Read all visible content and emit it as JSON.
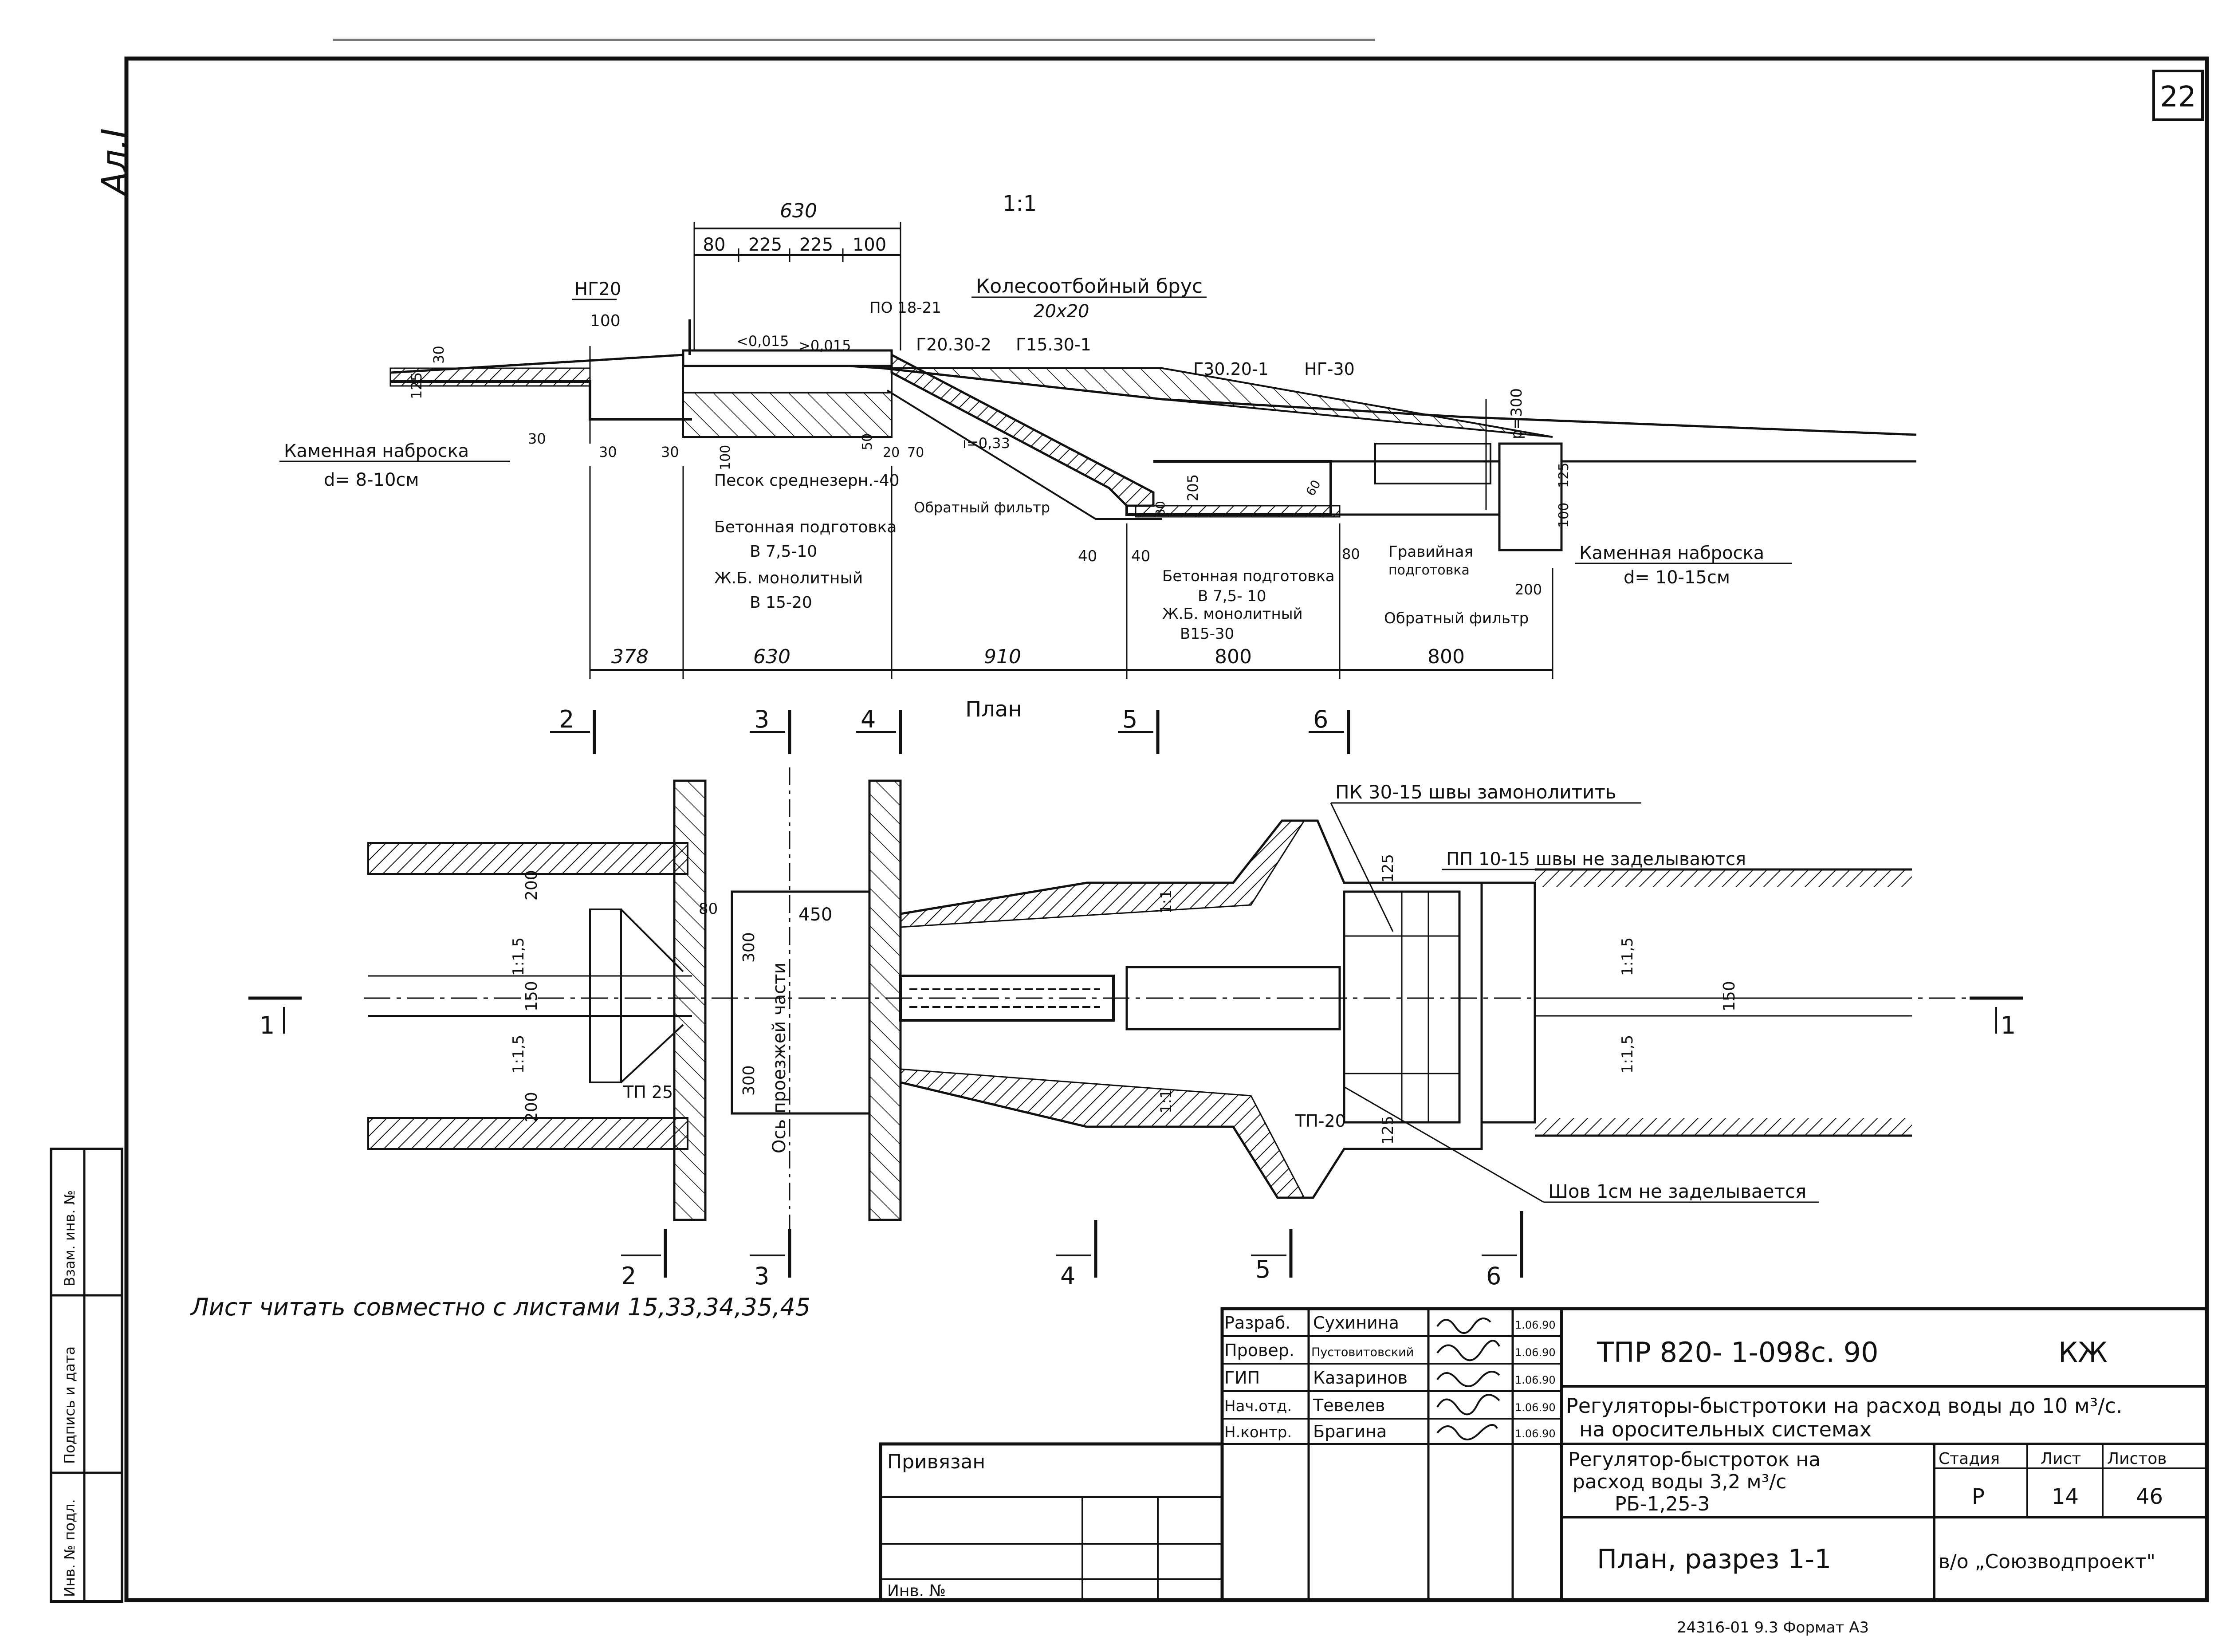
{
  "sheet": {
    "number": "22",
    "corner_mark": "Ал.I",
    "scale": "1:1",
    "note": "Лист читать совместно с листами 15,33,34,35,45"
  },
  "section": {
    "dims_top": [
      "630",
      "80",
      "225",
      "225",
      "100"
    ],
    "dims_bottom": [
      "378",
      "630",
      "910",
      "800",
      "800"
    ],
    "labels": {
      "ng20": "НГ20",
      "ng20_dim": "100",
      "kolesootboyny": "Колесоотбойный брус",
      "kolesootboyny_size": "20x20",
      "po18": "ПО 18-21",
      "g20": "Г20.30-2",
      "g15": "Г15.30-1",
      "g30": "Г30.20-1",
      "ng30": "НГ-30",
      "p300": "р=300",
      "slope1": "<0,015",
      "slope2": ">0,015",
      "slope3": "i=0,33",
      "kam_left": "Каменная наброска",
      "kam_left_d": "d= 8-10см",
      "pesok": "Песок среднезерн.-40",
      "beton1": "Бетонная подготовка",
      "beton1_b": "В 7,5-10",
      "zhb1": "Ж.Б. монолитный",
      "zhb1_b": "В 15-20",
      "obr1": "Обратный фильтр",
      "beton2": "Бетонная подготовка",
      "beton2_b": "В 7,5- 10",
      "zhb2": "Ж.Б. монолитный",
      "zhb2_b": "В15-30",
      "grav": "Гравийная",
      "grav2": "подготовка",
      "obr2": "Обратный фильтр",
      "kam_right": "Каменная наброска",
      "kam_right_d": "d= 10-15cм",
      "d30a": "30",
      "d30b": "30",
      "d30c": "30",
      "d30d": "30",
      "d125a": "125",
      "d125b": "125",
      "d100a": "100",
      "d100b": "100",
      "d50": "50",
      "d20": "20",
      "d70": "70",
      "d40a": "40",
      "d40b": "40",
      "d205": "205",
      "d80": "80",
      "d80b": "80",
      "d200": "200",
      "d60": "60"
    }
  },
  "plan": {
    "title": "План",
    "cuts": [
      "2",
      "3",
      "4",
      "5",
      "6"
    ],
    "cut_1": "1",
    "labels": {
      "pk": "ПК 30-15 швы замонолитить",
      "pp": "ПП 10-15 швы не заделываются",
      "shov": "Шов 1см не заделывается",
      "tp25": "ТП 25",
      "tp20": "ТП-20",
      "axis": "Ось проезжей части",
      "d450": "450",
      "d80": "80",
      "d300a": "300",
      "d300b": "300",
      "d200a": "200",
      "d200b": "200",
      "d150a": "150",
      "d150b": "150",
      "s15a": "1:1,5",
      "s15b": "1:1,5",
      "s15c": "1:1,5",
      "s15d": "1:1,5",
      "s11a": "1:1",
      "s11b": "1:1",
      "d125a": "125",
      "d125b": "125"
    }
  },
  "side_stamp": [
    "Инв. № подл.",
    "Подпись и дата",
    "Взам. инв. №"
  ],
  "title_block": {
    "code": "ТПР  820- 1-098с. 90",
    "mark": "КЖ",
    "project": "Регуляторы-быстротоки на расход воды до 10 м³/с.",
    "project2": "на оросительных системах",
    "object": "Регулятор-быстроток на",
    "object2": "расход воды 3,2 м³/с",
    "object3": "РБ-1,25-3",
    "sheet_title": "План, разрез 1-1",
    "stage_h": "Стадия",
    "list_h": "Лист",
    "lists_h": "Листов",
    "stage": "Р",
    "list": "14",
    "lists": "46",
    "org": "в/о „Союзводпроект\"",
    "privyazan": "Привязан",
    "inv": "Инв. №",
    "footer": "24316-01   9.3   Формат А3",
    "people": [
      {
        "role": "Разраб.",
        "name": "Сухинина",
        "date": "1.06.90"
      },
      {
        "role": "Провер.",
        "name": "Пустовитовский",
        "date": "1.06.90"
      },
      {
        "role": "ГИП",
        "name": "Казаринов",
        "date": "1.06.90"
      },
      {
        "role": "Нач.отд.",
        "name": "Тевелев",
        "date": "1.06.90"
      },
      {
        "role": "Н.контр.",
        "name": "Брагина",
        "date": "1.06.90"
      }
    ]
  }
}
